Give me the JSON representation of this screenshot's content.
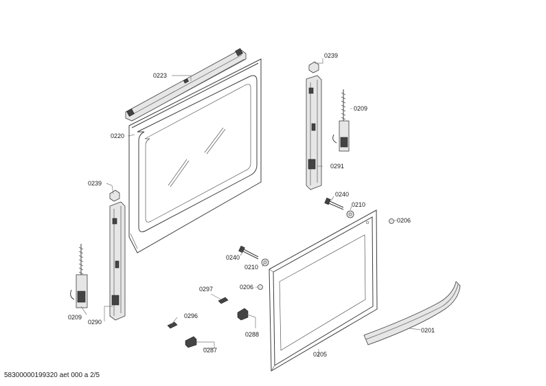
{
  "diagram": {
    "labels": {
      "l0223": "0223",
      "l0220": "0220",
      "l0239_top": "0239",
      "l0209_right": "0209",
      "l0291": "0291",
      "l0239_left": "0239",
      "l0240_right": "0240",
      "l0210_right": "0210",
      "l0206_right": "0206",
      "l0240_mid": "0240",
      "l0210_mid": "0210",
      "l0206_mid": "0206",
      "l0297": "0297",
      "l0296": "0296",
      "l0288": "0288",
      "l0287": "0287",
      "l0209_left": "0209",
      "l0290": "0290",
      "l0205": "0205",
      "l0201": "0201"
    }
  },
  "footer": {
    "code": "58300000199320 aet 000 a 2/5"
  }
}
